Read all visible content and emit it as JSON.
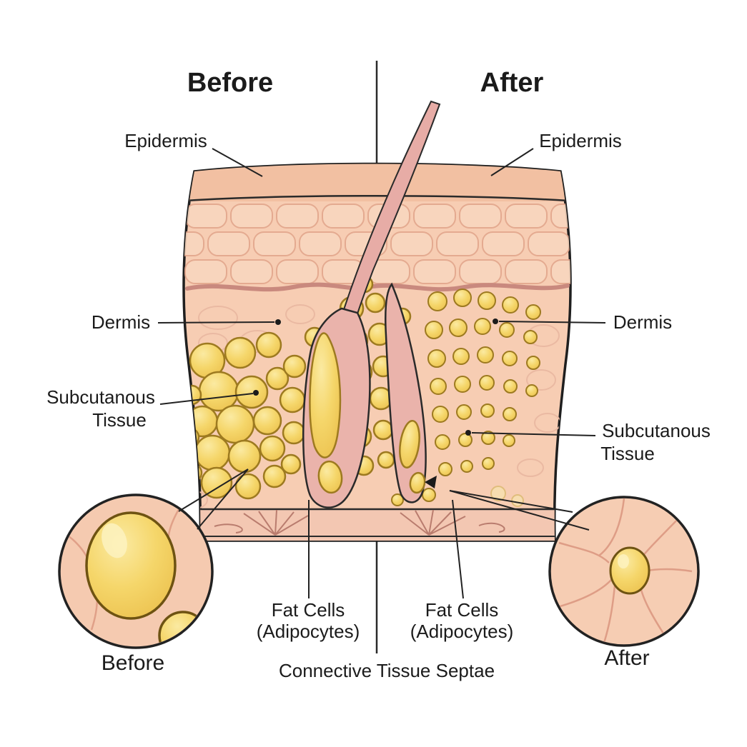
{
  "titles": {
    "before": "Before",
    "after": "After"
  },
  "labels": {
    "epidermis_left": "Epidermis",
    "epidermis_right": "Epidermis",
    "dermis_left": "Dermis",
    "dermis_right": "Dermis",
    "subcutaneous_left": {
      "line1": "Subcutanous",
      "line2": "Tissue"
    },
    "subcutaneous_right": {
      "line1": "Subcutanous",
      "line2": "Tissue"
    },
    "fat_cells_left": {
      "line1": "Fat Cells",
      "line2": "(Adipocytes)"
    },
    "fat_cells_right": {
      "line1": "Fat Cells",
      "line2": "(Adipocytes)"
    },
    "connective_tissue": "Connective Tissue Septae",
    "inset_before": "Before",
    "inset_after": "After"
  },
  "colors": {
    "background": "#ffffff",
    "skin": "#f7cdb3",
    "epidermis_band": "#f2c0a2",
    "fat_cell": "#f5d66a",
    "fat_cell_stroke": "#9d7a20",
    "septae_pink": "#e7aca6",
    "outline": "#1f1f1f",
    "text": "#1b1b1b"
  }
}
